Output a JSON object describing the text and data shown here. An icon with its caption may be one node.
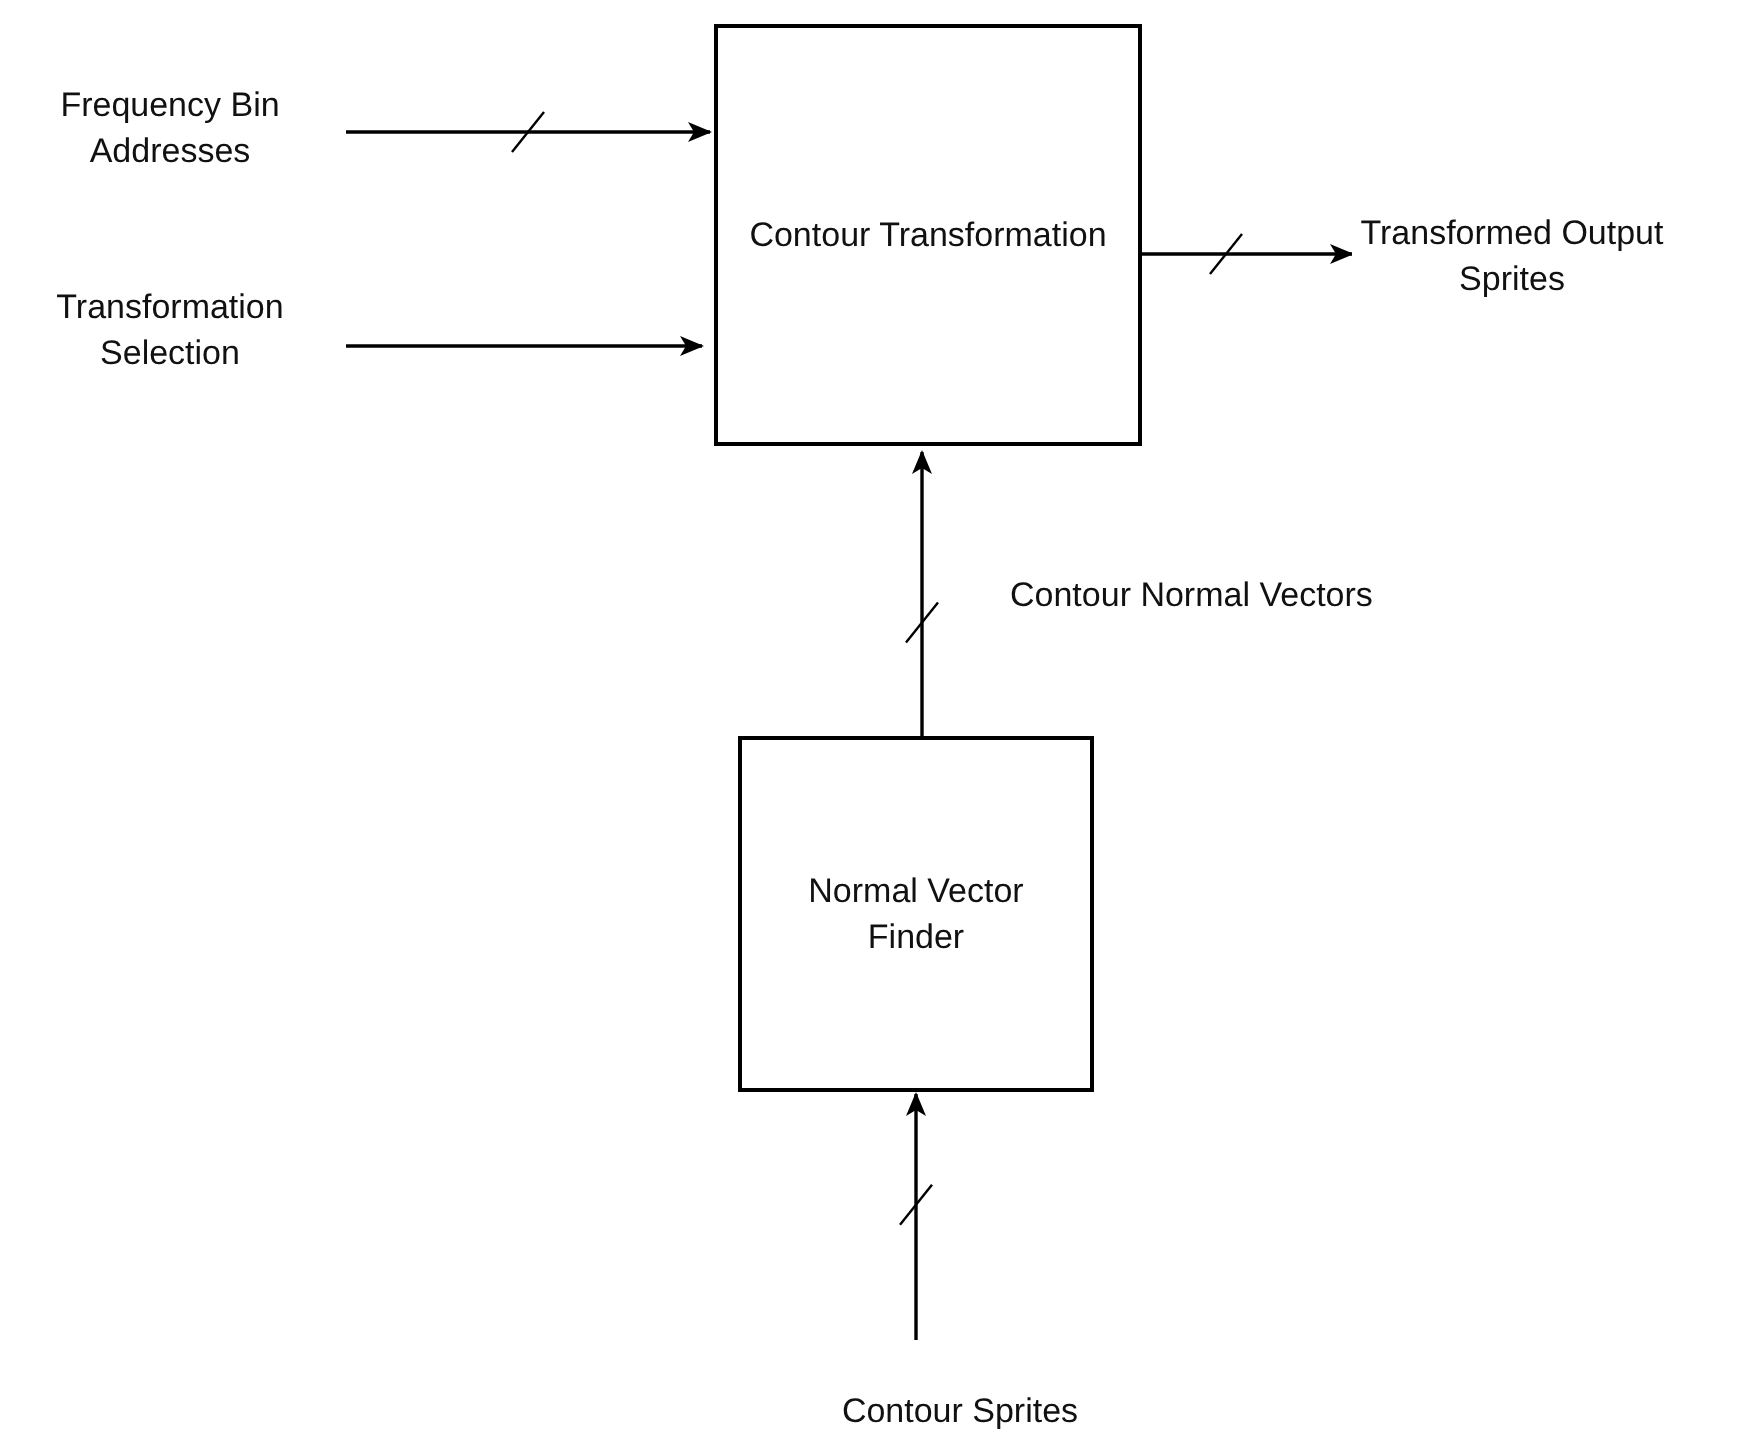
{
  "diagram": {
    "nodes": [
      {
        "text": [
          "Frequency Bin Addresses"
        ]
      },
      {
        "text": [
          "Transformation Selection"
        ]
      },
      {
        "text": [
          "Contour Transformation"
        ]
      },
      {
        "text": [
          "Transformed Output Sprites"
        ]
      },
      {
        "text": [
          "Normal Vector Finder"
        ]
      },
      {
        "text": [
          "Contour Sprites"
        ]
      }
    ],
    "edges": [
      {
        "from": 0,
        "to": 2,
        "arrow": "to"
      },
      {
        "from": 1,
        "to": 2,
        "arrow": "to"
      },
      {
        "from": 2,
        "to": 3,
        "arrow": "to"
      },
      {
        "from": 4,
        "to": 2,
        "arrow": "to",
        "label": "Contour Normal Vectors"
      },
      {
        "from": 5,
        "to": 4,
        "arrow": "to"
      }
    ]
  }
}
